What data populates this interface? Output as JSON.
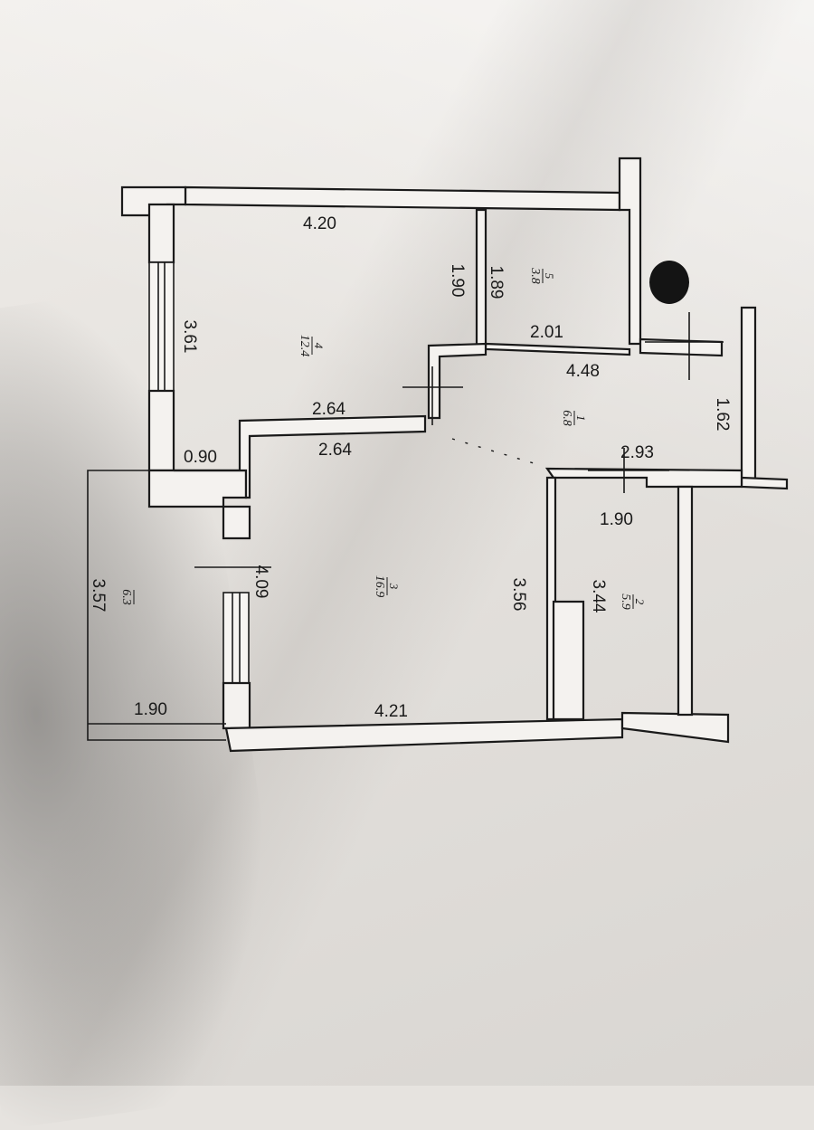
{
  "rooms": [
    {
      "number": "1",
      "area": "6.8"
    },
    {
      "number": "2",
      "area": "5.9"
    },
    {
      "number": "3",
      "area": "16.9"
    },
    {
      "number": "4",
      "area": "12.4"
    },
    {
      "number": "5",
      "area": "3.8"
    },
    {
      "number": "",
      "area": "6.3"
    }
  ],
  "dimensions": {
    "room4_width_top": "4.20",
    "room4_height": "3.61",
    "room4_right": "1.90",
    "room5_left": "1.89",
    "room5_bottom": "2.01",
    "hall_top": "4.48",
    "hall_right": "1.62",
    "hall_bottom": "2.93",
    "room4_bottom": "2.64",
    "room3_top": "2.64",
    "notch": "0.90",
    "room3_left": "4.09",
    "room3_right": "3.56",
    "room3_bottom": "4.21",
    "room2_top": "1.90",
    "room2_left": "3.44",
    "balcony_left": "3.57",
    "balcony_bottom": "1.90"
  },
  "colors": {
    "ink": "#1a1a1a",
    "paper": "#eceae6"
  }
}
